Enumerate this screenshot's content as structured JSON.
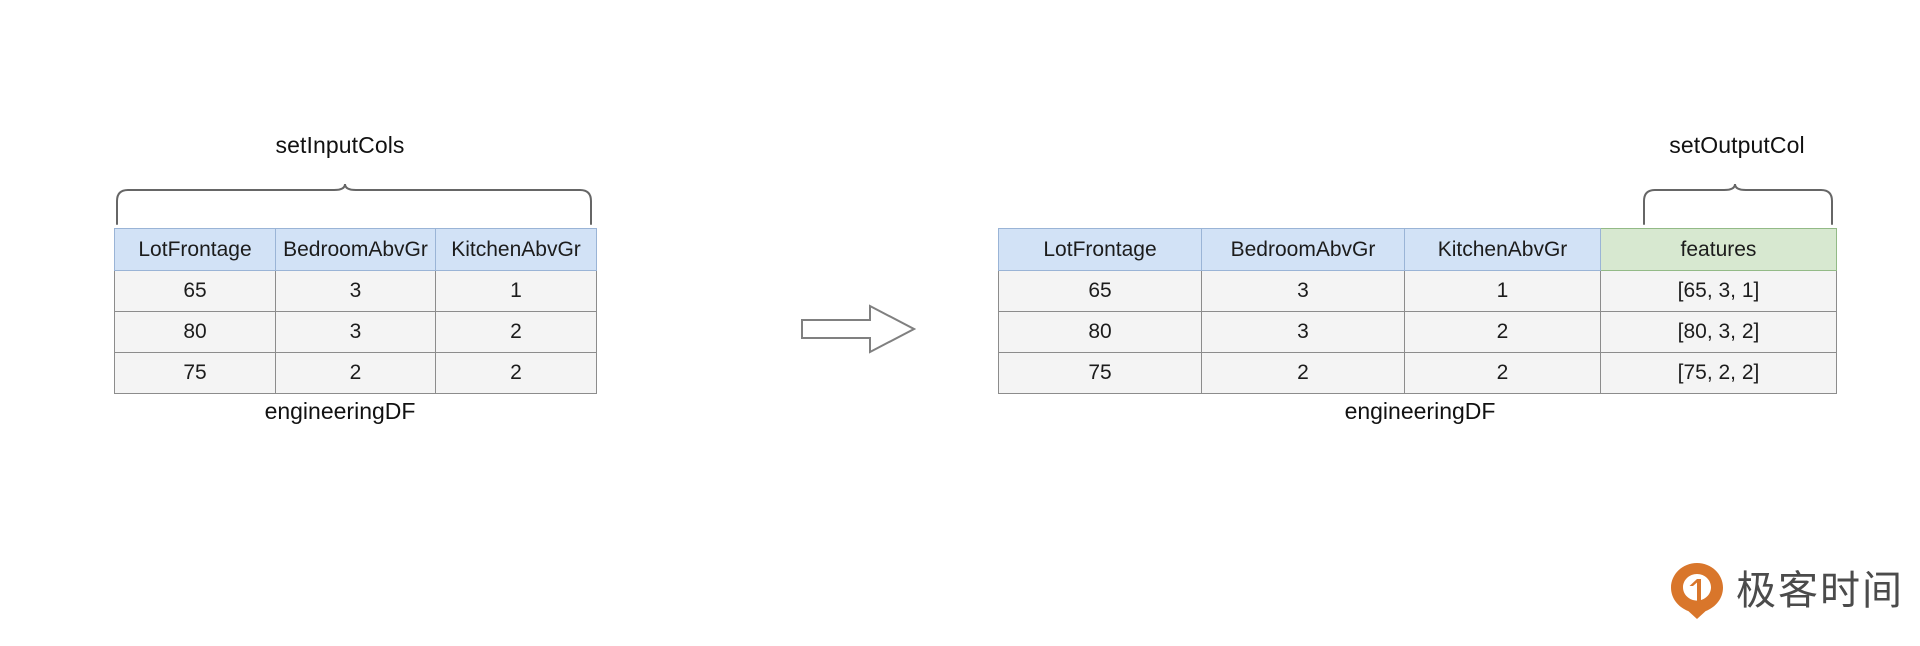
{
  "diagram": {
    "title_left_brace": "setInputCols",
    "title_right_brace": "setOutputCol",
    "arrow_icon": "right-block-arrow-icon",
    "colors": {
      "header_blue": "#d2e2f6",
      "header_green": "#d7e8d0",
      "cell_gray": "#f4f4f4",
      "border_gray": "#8c8c8c",
      "brace_stroke": "#666666",
      "watermark_orange": "#d9762b",
      "watermark_text": "#4b4b4b"
    }
  },
  "left_panel": {
    "brace_label": "setInputCols",
    "caption": "engineeringDF",
    "table": {
      "columns": [
        {
          "label": "LotFrontage",
          "style": "blue"
        },
        {
          "label": "BedroomAbvGr",
          "style": "blue"
        },
        {
          "label": "KitchenAbvGr",
          "style": "blue"
        }
      ],
      "rows": [
        [
          "65",
          "3",
          "1"
        ],
        [
          "80",
          "3",
          "2"
        ],
        [
          "75",
          "2",
          "2"
        ]
      ]
    }
  },
  "right_panel": {
    "brace_label": "setOutputCol",
    "caption": "engineeringDF",
    "table": {
      "columns": [
        {
          "label": "LotFrontage",
          "style": "blue"
        },
        {
          "label": "BedroomAbvGr",
          "style": "blue"
        },
        {
          "label": "KitchenAbvGr",
          "style": "blue"
        },
        {
          "label": "features",
          "style": "green"
        }
      ],
      "rows": [
        [
          "65",
          "3",
          "1",
          "[65, 3, 1]"
        ],
        [
          "80",
          "3",
          "2",
          "[80, 3, 2]"
        ],
        [
          "75",
          "2",
          "2",
          "[75, 2, 2]"
        ]
      ]
    }
  },
  "watermark": {
    "text": "极客时间",
    "logo_icon": "geektime-logo-icon"
  }
}
